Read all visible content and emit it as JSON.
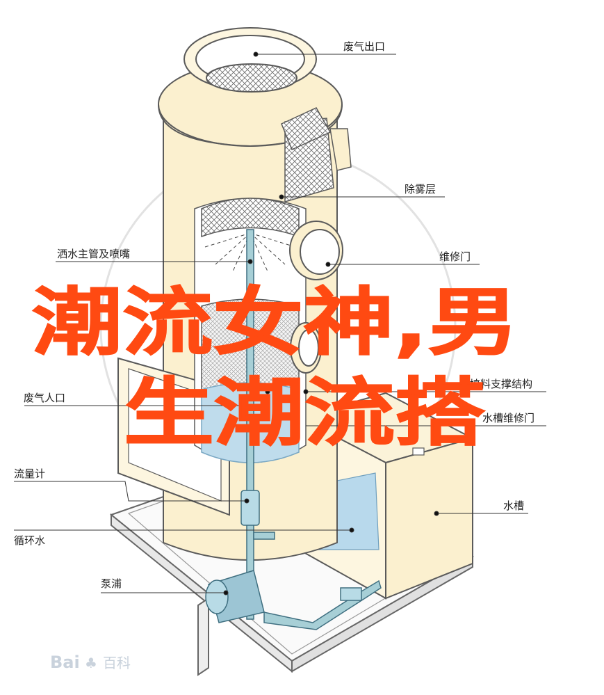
{
  "labels": {
    "exhaust_outlet": "废气出口",
    "demister": "除雾层",
    "sprinkler": "洒水主管及喷嘴",
    "maintenance_door": "维修门",
    "filler_support": "填料支撑结构",
    "exhaust_inlet": "废气人口",
    "tank_maintenance_door": "水槽维修门",
    "flowmeter": "流量计",
    "water_tank": "水槽",
    "circulating_water": "循环水",
    "pump": "泵浦"
  },
  "overlay": {
    "line1": "潮流女神,男",
    "line2": "生潮流搭"
  },
  "watermark": {
    "logo": "Bai",
    "logo_cn": "百科"
  },
  "colors": {
    "tower_fill": "#fbf0cf",
    "tower_stroke": "#5a5a5a",
    "water": "#9fcbe6",
    "pipe": "#a7cfd6",
    "overlay_text": "#ff4a12"
  }
}
